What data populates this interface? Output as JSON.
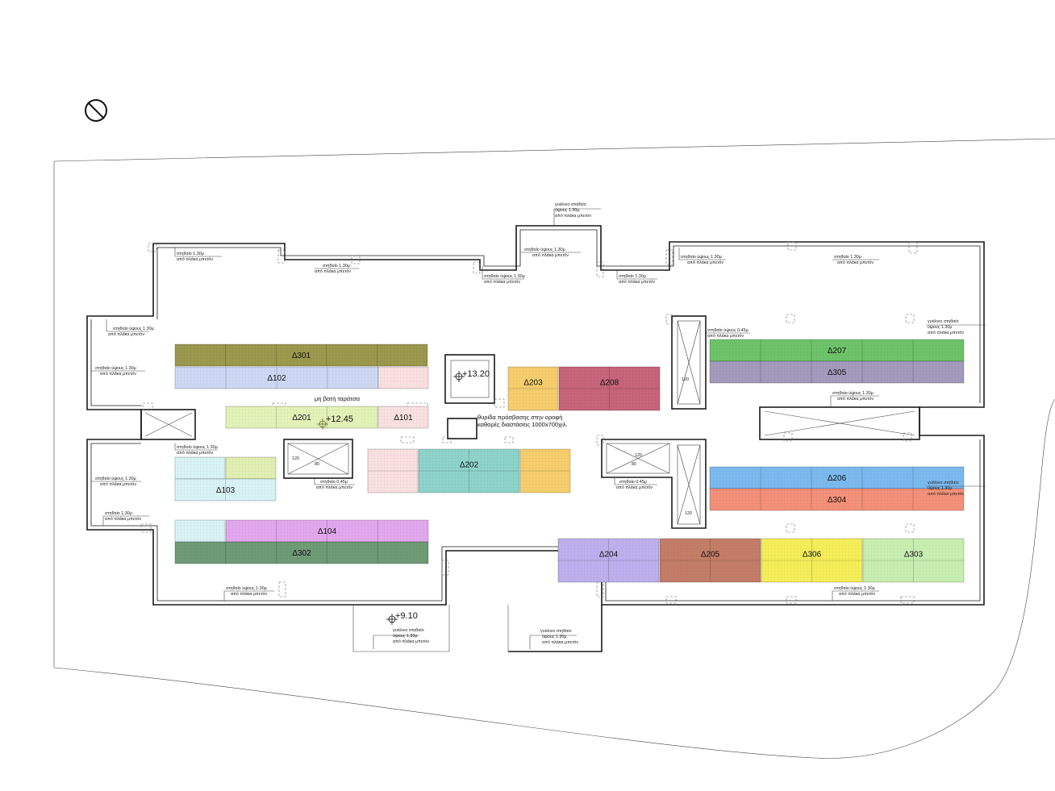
{
  "panels": [
    {
      "id": "p301",
      "label": "Δ301",
      "color": "#9c9a4e"
    },
    {
      "id": "p102",
      "label": "Δ102",
      "color": "#cfd9f5"
    },
    {
      "id": "p102b",
      "label": "",
      "color": "#fbe1e1"
    },
    {
      "id": "p201",
      "label": "Δ201",
      "color": "#e4f3b8"
    },
    {
      "id": "p101",
      "label": "Δ101",
      "color": "#fbe1e1"
    },
    {
      "id": "p103a",
      "label": "",
      "color": "#d9f4f7"
    },
    {
      "id": "p103b",
      "label": "",
      "color": "#e2f0b4"
    },
    {
      "id": "p103",
      "label": "Δ103",
      "color": "#d9f4f7"
    },
    {
      "id": "p202pink",
      "label": "",
      "color": "#fbe1e1"
    },
    {
      "id": "p202",
      "label": "Δ202",
      "color": "#8fd4cb"
    },
    {
      "id": "p202y",
      "label": "",
      "color": "#f7cf6e"
    },
    {
      "id": "p104a",
      "label": "",
      "color": "#d9f4f7"
    },
    {
      "id": "p104",
      "label": "Δ104",
      "color": "#e4a8ef"
    },
    {
      "id": "p302",
      "label": "Δ302",
      "color": "#6f9b77"
    },
    {
      "id": "p203",
      "label": "Δ203",
      "color": "#f7cf6e"
    },
    {
      "id": "p208",
      "label": "Δ208",
      "color": "#c8657a"
    },
    {
      "id": "p207",
      "label": "Δ207",
      "color": "#6ec46a"
    },
    {
      "id": "p305",
      "label": "Δ305",
      "color": "#a49bbd"
    },
    {
      "id": "p206",
      "label": "Δ206",
      "color": "#7cbbef"
    },
    {
      "id": "p304",
      "label": "Δ304",
      "color": "#f5917a"
    },
    {
      "id": "p204",
      "label": "Δ204",
      "color": "#bfb0ef"
    },
    {
      "id": "p205",
      "label": "Δ205",
      "color": "#c47e68"
    },
    {
      "id": "p306",
      "label": "Δ306",
      "color": "#f6ef5a"
    },
    {
      "id": "p303",
      "label": "Δ303",
      "color": "#c9f0b2"
    }
  ],
  "levels": {
    "roof": "+13.20",
    "terrace": "+12.45",
    "lower": "+9.10"
  },
  "texts": {
    "terrace_note": "μη βατή ταράτσα",
    "hatch_line1": "θυρίδα πρόσβασης στην οροφή",
    "hatch_line2": "καθαρές διαστάσεις 1000x700χιλ."
  },
  "notes": {
    "n1_a": "γυάλινο στηθαίο",
    "n1_b": "ύψους 1.30μ",
    "n1_c": "από πλάκα μπετόν",
    "n2_a": "στηθαίο ύψους 1.30μ",
    "n2_b": "από πλάκα μπετόν",
    "n3_a": "στηθαίο 1.30μ",
    "n3_b": "από πλάκα μπετόν",
    "n4_a": "στηθαίο 1.30μ",
    "n4_b": "από πλάκα μπετόν",
    "n5_a": "στηθαίο ύψους 1.30μ",
    "n5_b": "από πλάκα μπετόν",
    "n6_a": "στηθαίο 1.30μ",
    "n6_b": "από πλάκα μπετόν",
    "n7_a": "στηθαίο ύψους 1.30μ",
    "n7_b": "από πλάκα μπετόν",
    "n8_a": "στηθαίο 1.30μ",
    "n8_b": "από πλάκα μπετόν",
    "n9_a": "στηθαίο ύψους 1.30μ",
    "n9_b": "από πλάκα μπετόν",
    "n10_a": "στηθαίο ύψους 1.30μ",
    "n10_b": "από πλάκα μπετόν",
    "n11_a": "στηθαίο 1.30μ",
    "n11_b": "από πλάκα μπετόν",
    "n12_a": "στηθαίο ύψους 1.30μ",
    "n12_b": "από πλάκα μπετόν",
    "n13_a": "στηθαίο ύψους 0.45μ",
    "n13_b": "από πλάκα μπετόν",
    "n14_a": "στηθαίο ύψους 1.30μ",
    "n14_b": "από πλάκα μπετόν",
    "n15_a": "στηθαίο 1.30μ",
    "n15_b": "από πλάκα μπετόν",
    "n16_a": "στηθαίο 0.45μ",
    "n16_b": "από πλάκα μπετόν",
    "n17_a": "στηθαίο ύψους 1.30μ",
    "n17_b": "από πλάκα μπετόν",
    "n18_a": "γυάλινο στηθαίο",
    "n18_b": "ύψους 1.30μ",
    "n18_c": "από πλάκα μπετόν",
    "n19_a": "γυάλινο στηθαίο",
    "n19_b": "ύψους 1.30μ",
    "n19_c": "από πλάκα μπετόν",
    "n20_a": "στηθαίο 0.45μ",
    "n20_b": "από πλάκα μπετόν",
    "n21_a": "στηθαίο ύψους 1.30μ",
    "n21_b": "από πλάκα μπετόν",
    "n22_a": "στηθαίο 0.45μ",
    "n22_b": "από πλάκα μπετόν",
    "n23_a": "γυάλινο στηθαίο",
    "n23_b": "ύψους 1.30μ",
    "n23_c": "από πλάκα μπετόν",
    "n24_a": "γυάλινο στηθαίο",
    "n24_b": "ύψους 1.30μ",
    "n24_c": "από πλάκα μπετόν",
    "n25_a": "στηθαίο ύψους 1.30μ",
    "n25_b": "από πλάκα μπετόν"
  },
  "dims": {
    "d1": "120",
    "d2": "80",
    "d3": "120",
    "d4": "80",
    "d5": "120",
    "d6": "120"
  }
}
